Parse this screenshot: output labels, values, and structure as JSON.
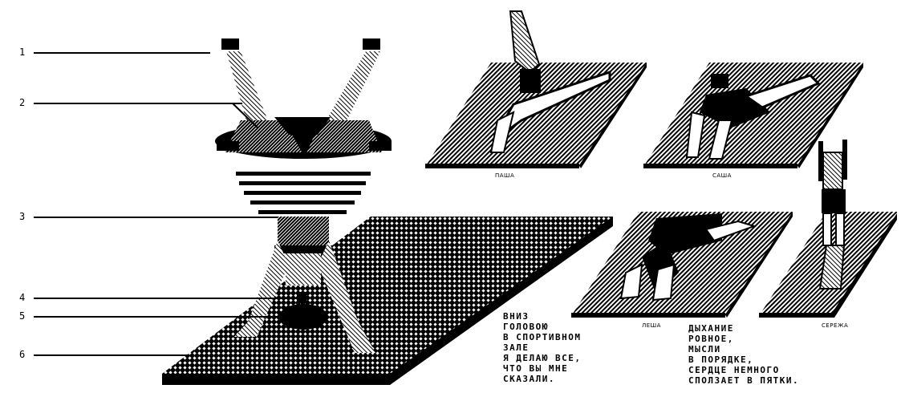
{
  "callouts": [
    "1",
    "2",
    "3",
    "4",
    "5",
    "6"
  ],
  "captions": {
    "pasha": "ПАША",
    "sasha": "САША",
    "lesha": "ЛЕША",
    "seryozha": "СЕРЕЖА"
  },
  "poem_left": [
    "ВНИЗ",
    "ГОЛОВОЮ",
    "В СПОРТИВНОМ",
    "ЗАЛЕ",
    "Я ДЕЛАЮ ВСЕ,",
    "ЧТО ВЫ МНЕ",
    "СКАЗАЛИ."
  ],
  "poem_right": [
    "ДЫХАНИЕ",
    "РОВНОЕ,",
    "МЫСЛИ",
    "В ПОРЯДКЕ,",
    "СЕРДЦЕ НЕМНОГО",
    "СПОЛЗАЕТ В ПЯТКИ."
  ]
}
